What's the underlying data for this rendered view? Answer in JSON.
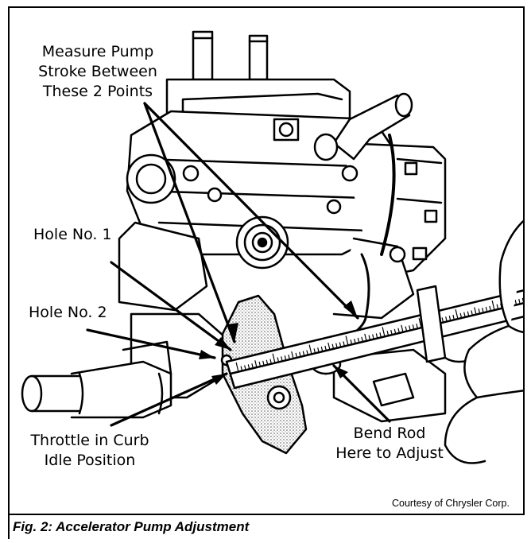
{
  "callouts": {
    "measure_line1": "Measure Pump",
    "measure_line2": "Stroke Between",
    "measure_line3": "These 2 Points",
    "hole1": "Hole No. 1",
    "hole2": "Hole No. 2",
    "throttle_line1": "Throttle in Curb",
    "throttle_line2": "Idle Position",
    "bend_line1": "Bend Rod",
    "bend_line2": "Here to Adjust"
  },
  "credit": "Courtesy of Chrysler Corp.",
  "caption": "Fig. 2: Accelerator Pump Adjustment"
}
